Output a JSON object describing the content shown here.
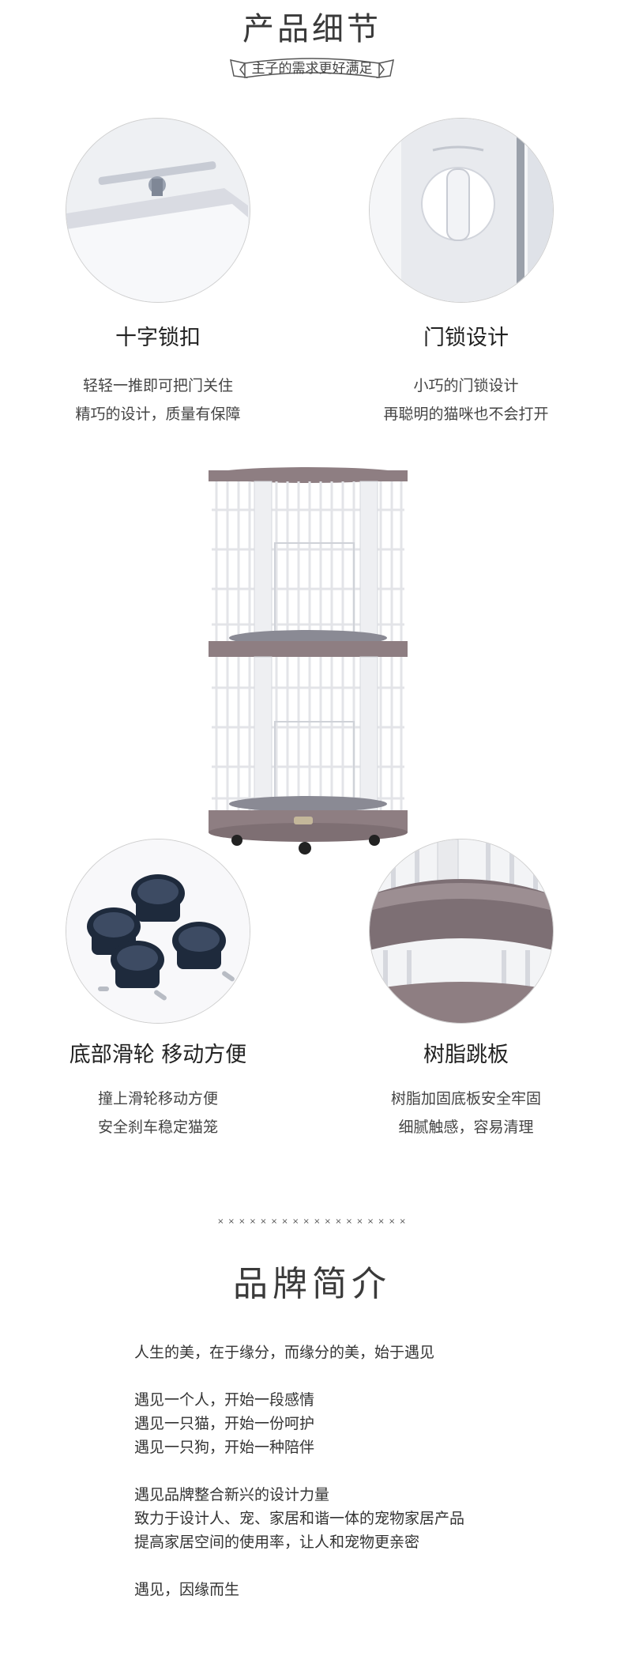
{
  "details": {
    "title": "产品细节",
    "subtitle": "主子的需求更好满足"
  },
  "features": [
    {
      "title": "十字锁扣",
      "lines": [
        "轻轻一推即可把门关住",
        "精巧的设计，质量有保障"
      ]
    },
    {
      "title": "门锁设计",
      "lines": [
        "小巧的门锁设计",
        "再聪明的猫咪也不会打开"
      ]
    },
    {
      "title": "底部滑轮 移动方便",
      "lines": [
        "撞上滑轮移动方便",
        "安全刹车稳定猫笼"
      ]
    },
    {
      "title": "树脂跳板",
      "lines": [
        "树脂加固底板安全牢固",
        "细腻触感，容易清理"
      ]
    }
  ],
  "brand": {
    "divider": "× × × × × × × × × × × × × × × × × ×",
    "title": "品牌简介",
    "paragraphs": [
      [
        "人生的美，在于缘分，而缘分的美，始于遇见"
      ],
      [
        "遇见一个人，开始一段感情",
        "遇见一只猫，开始一份呵护",
        "遇见一只狗，开始一种陪伴"
      ],
      [
        "遇见品牌整合新兴的设计力量",
        "致力于设计人、宠、家居和谐一体的宠物家居产品",
        "提高家居空间的使用率，让人和宠物更亲密"
      ],
      [
        "遇见，因缘而生"
      ]
    ]
  },
  "colors": {
    "frame": "#8e7e82",
    "wire": "#f2f2f4",
    "caster": "#1e2a3c"
  }
}
